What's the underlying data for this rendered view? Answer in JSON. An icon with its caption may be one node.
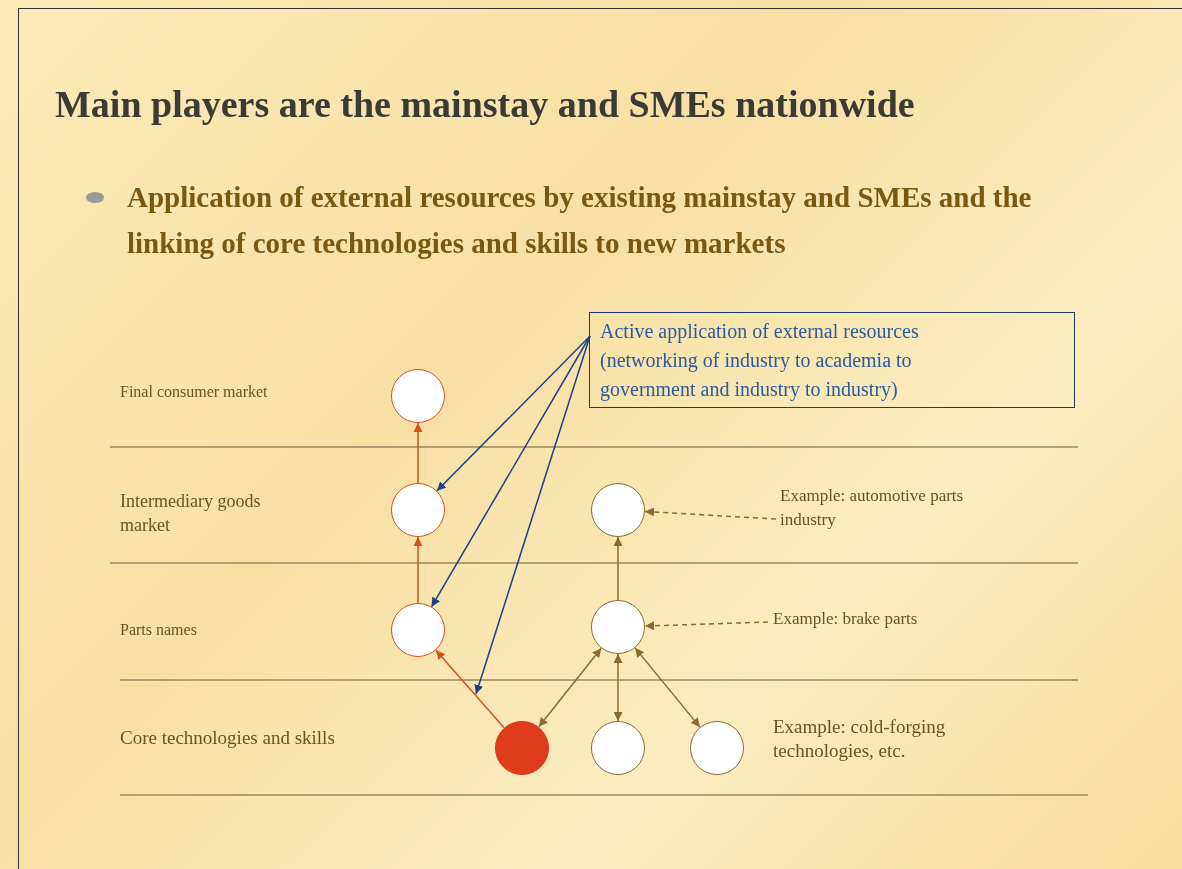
{
  "diagram": {
    "title": "Main players are the mainstay and SMEs nationwide",
    "nodes": [
      {
        "text": [
          "Active application of external resources (networking of industry to academia to government and industry to industry)"
        ]
      },
      {
        "text": [],
        "shape": "circle"
      },
      {
        "text": [],
        "shape": "circle"
      },
      {
        "text": [],
        "shape": "circle"
      },
      {
        "text": [],
        "shape": "circle"
      },
      {
        "text": [],
        "shape": "circle"
      },
      {
        "text": [],
        "shape": "circle"
      },
      {
        "text": [],
        "shape": "circle"
      },
      {
        "text": [],
        "shape": "circle"
      },
      {
        "text": [
          "Example: automotive parts industry"
        ]
      },
      {
        "text": [
          "Example: brake parts"
        ]
      }
    ],
    "edges": [
      {
        "from": 0,
        "to": 2,
        "arrow": "to",
        "color": "#1f3f8a"
      },
      {
        "from": 0,
        "to": 3,
        "arrow": "to",
        "color": "#1f3f8a"
      },
      {
        "from": 0,
        "to": null,
        "arrow": "to",
        "color": "#1f3f8a"
      },
      {
        "from": 2,
        "to": 1,
        "arrow": "to",
        "color": "#d8501e"
      },
      {
        "from": 3,
        "to": 2,
        "arrow": "to",
        "color": "#d8501e"
      },
      {
        "from": 4,
        "to": 3,
        "arrow": "to",
        "color": "#d8501e"
      },
      {
        "from": 6,
        "to": 5,
        "arrow": "to"
      },
      {
        "from": 4,
        "to": 6,
        "arrow": "both"
      },
      {
        "from": 7,
        "to": 6,
        "arrow": "both"
      },
      {
        "from": 8,
        "to": 6,
        "arrow": "both"
      },
      {
        "from": 9,
        "to": 5,
        "arrow": "to",
        "style": "dashed"
      },
      {
        "from": 10,
        "to": 6,
        "arrow": "to",
        "style": "dashed"
      }
    ],
    "labels": [
      "Application of external resources by existing mainstay and SMEs and the linking of core technologies and skills to new markets",
      "Final consumer market",
      "Intermediary goods market",
      "Parts names",
      "Core technologies and skills",
      "Example: cold-forging technologies, etc."
    ]
  }
}
